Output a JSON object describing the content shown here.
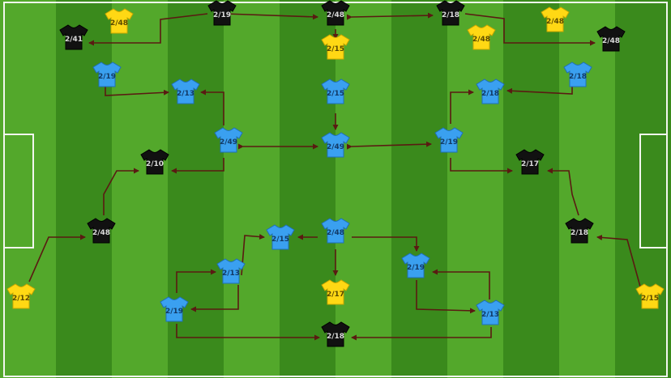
{
  "colors": {
    "grass_dark": "#3a8a1c",
    "grass_light": "#53a82b",
    "line": "#f2f6ee",
    "arrow": "#5a1a12",
    "black_kit": "#111111",
    "yellow_kit": "#ffd814",
    "blue_kit": "#3aa0f0"
  },
  "players": [
    {
      "id": "p1",
      "kit": "yellow",
      "label": "2/48"
    },
    {
      "id": "p2",
      "kit": "black",
      "label": "2/19"
    },
    {
      "id": "p3",
      "kit": "black",
      "label": "2/48"
    },
    {
      "id": "p4",
      "kit": "black",
      "label": "2/18"
    },
    {
      "id": "p5",
      "kit": "yellow",
      "label": "2/48"
    },
    {
      "id": "p6",
      "kit": "black",
      "label": "2/41"
    },
    {
      "id": "p7",
      "kit": "yellow",
      "label": "2/15"
    },
    {
      "id": "p8",
      "kit": "yellow",
      "label": "2/48"
    },
    {
      "id": "p9",
      "kit": "black",
      "label": "2/48"
    },
    {
      "id": "p10",
      "kit": "blue",
      "label": "2/19"
    },
    {
      "id": "p11",
      "kit": "blue",
      "label": "2/18"
    },
    {
      "id": "p12",
      "kit": "blue",
      "label": "2/13"
    },
    {
      "id": "p13",
      "kit": "blue",
      "label": "2/15"
    },
    {
      "id": "p14",
      "kit": "blue",
      "label": "2/18"
    },
    {
      "id": "p15",
      "kit": "blue",
      "label": "2/49"
    },
    {
      "id": "p16",
      "kit": "blue",
      "label": "2/49"
    },
    {
      "id": "p17",
      "kit": "blue",
      "label": "2/19"
    },
    {
      "id": "p18",
      "kit": "black",
      "label": "2/10"
    },
    {
      "id": "p19",
      "kit": "black",
      "label": "2/17"
    },
    {
      "id": "p20",
      "kit": "black",
      "label": "2/48"
    },
    {
      "id": "p21",
      "kit": "black",
      "label": "2/18"
    },
    {
      "id": "p22",
      "kit": "blue",
      "label": "2/15"
    },
    {
      "id": "p23",
      "kit": "blue",
      "label": "2/48"
    },
    {
      "id": "p24",
      "kit": "blue",
      "label": "2/13"
    },
    {
      "id": "p25",
      "kit": "blue",
      "label": "2/19"
    },
    {
      "id": "p26",
      "kit": "yellow",
      "label": "2/12"
    },
    {
      "id": "p27",
      "kit": "yellow",
      "label": "2/17"
    },
    {
      "id": "p28",
      "kit": "yellow",
      "label": "2/15"
    },
    {
      "id": "p29",
      "kit": "blue",
      "label": "2/19"
    },
    {
      "id": "p30",
      "kit": "blue",
      "label": "2/13"
    },
    {
      "id": "p31",
      "kit": "black",
      "label": "2/18"
    }
  ]
}
